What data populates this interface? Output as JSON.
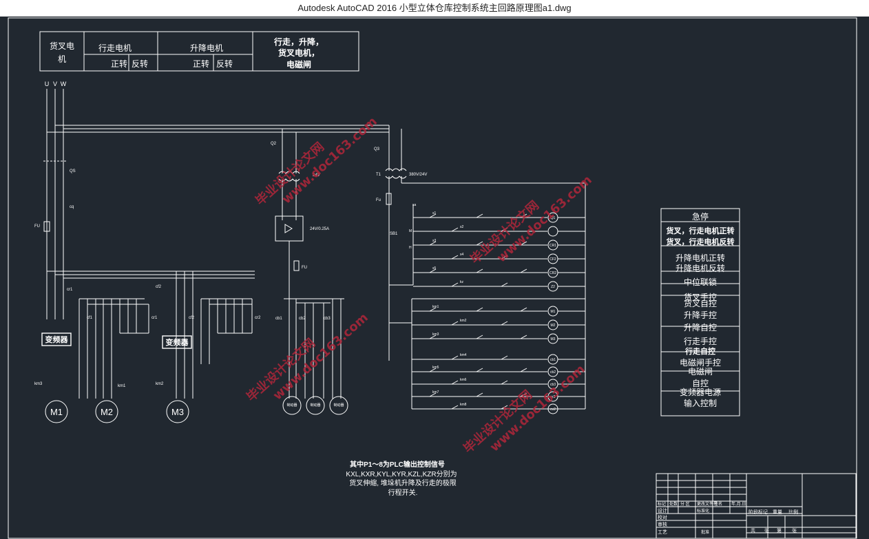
{
  "window": {
    "title": "Autodesk AutoCAD 2016     小型立体仓库控制系统主回路原理图a1.dwg"
  },
  "header_table": {
    "fork_motor": [
      "货叉电",
      "机"
    ],
    "travel_motor": "行走电机",
    "lift_motor": "升降电机",
    "forward": "正转",
    "reverse": "反转",
    "brake_box": [
      "行走，升降，",
      "货叉电机，",
      "电磁闸"
    ]
  },
  "labels": {
    "phase_u": "U",
    "phase_v": "V",
    "phase_w": "W",
    "qs": "QS",
    "cq": "cq",
    "fu": "FU",
    "fu2": "FU",
    "fu3": "Fu",
    "cr1": "cr1",
    "cr2": "cr2",
    "cf1": "cf1",
    "cf2": "cf2",
    "cb1": "cb1",
    "cb2": "cb2",
    "cb3": "cb3",
    "km1": "km1",
    "km2": "km2",
    "km3": "km3",
    "inverter": "变频器",
    "m1": "M1",
    "m2": "M2",
    "m3": "M3",
    "q2": "Q2",
    "q3": "Q3",
    "t1": "T1",
    "v24": "24V",
    "tr_rating": "380V/24V",
    "bridge_rating": "24V/0.25A",
    "sb1": "SB1",
    "m_switch": "M",
    "h_switch": "H",
    "brake_1": "制动器",
    "brake_2": "制动器",
    "brake_3": "制动器",
    "note_title": "其中P1～8为PLC输出控制信号",
    "note_body": [
      "KXL,KXR,KYL,KYR,KZL,KZR分别为",
      "货叉伸缩, 堆垛机升降及行走的极限",
      "行程开关."
    ]
  },
  "ctrl_row_labels": [
    "sa",
    "s1",
    "s2",
    "s3",
    "s4",
    "s5",
    "kz",
    "km1",
    "km2",
    "km3",
    "km4",
    "km5",
    "km6",
    "km7",
    "km8"
  ],
  "coils": [
    "Q1",
    "",
    "CR1",
    "CF2",
    "CR2",
    "Z2",
    "M1",
    "M2",
    "M3",
    "cb1",
    "cb2",
    "cb3",
    "cr2",
    "cv2"
  ],
  "legend": {
    "items": [
      "急停",
      "货叉，行走电机正转",
      "货叉，行走电机反转",
      "升降电机正转",
      "升降电机反转",
      "中位联锁",
      "货叉手控",
      "货叉自控",
      "升降手控",
      "升降自控",
      "行走手控",
      "行走自控",
      "电磁闸手控",
      "电磁闸",
      "自控",
      "变频器电源",
      "输入控制"
    ]
  },
  "title_block": {
    "row_hdr": [
      "标记",
      "处数",
      "分 区",
      "更改文件号",
      "签名",
      "年.月.日"
    ],
    "design": "设计",
    "check": "校对",
    "review": "审核",
    "process": "工艺",
    "std": "标准化",
    "approve": "批准",
    "stage": "阶段标记",
    "weight": "重量",
    "scale": "比例",
    "total": "共",
    "sheets": "张",
    "page": "第",
    "sheet": "张"
  },
  "watermarks": [
    "毕业设计论文网",
    "www.doc163.com"
  ]
}
